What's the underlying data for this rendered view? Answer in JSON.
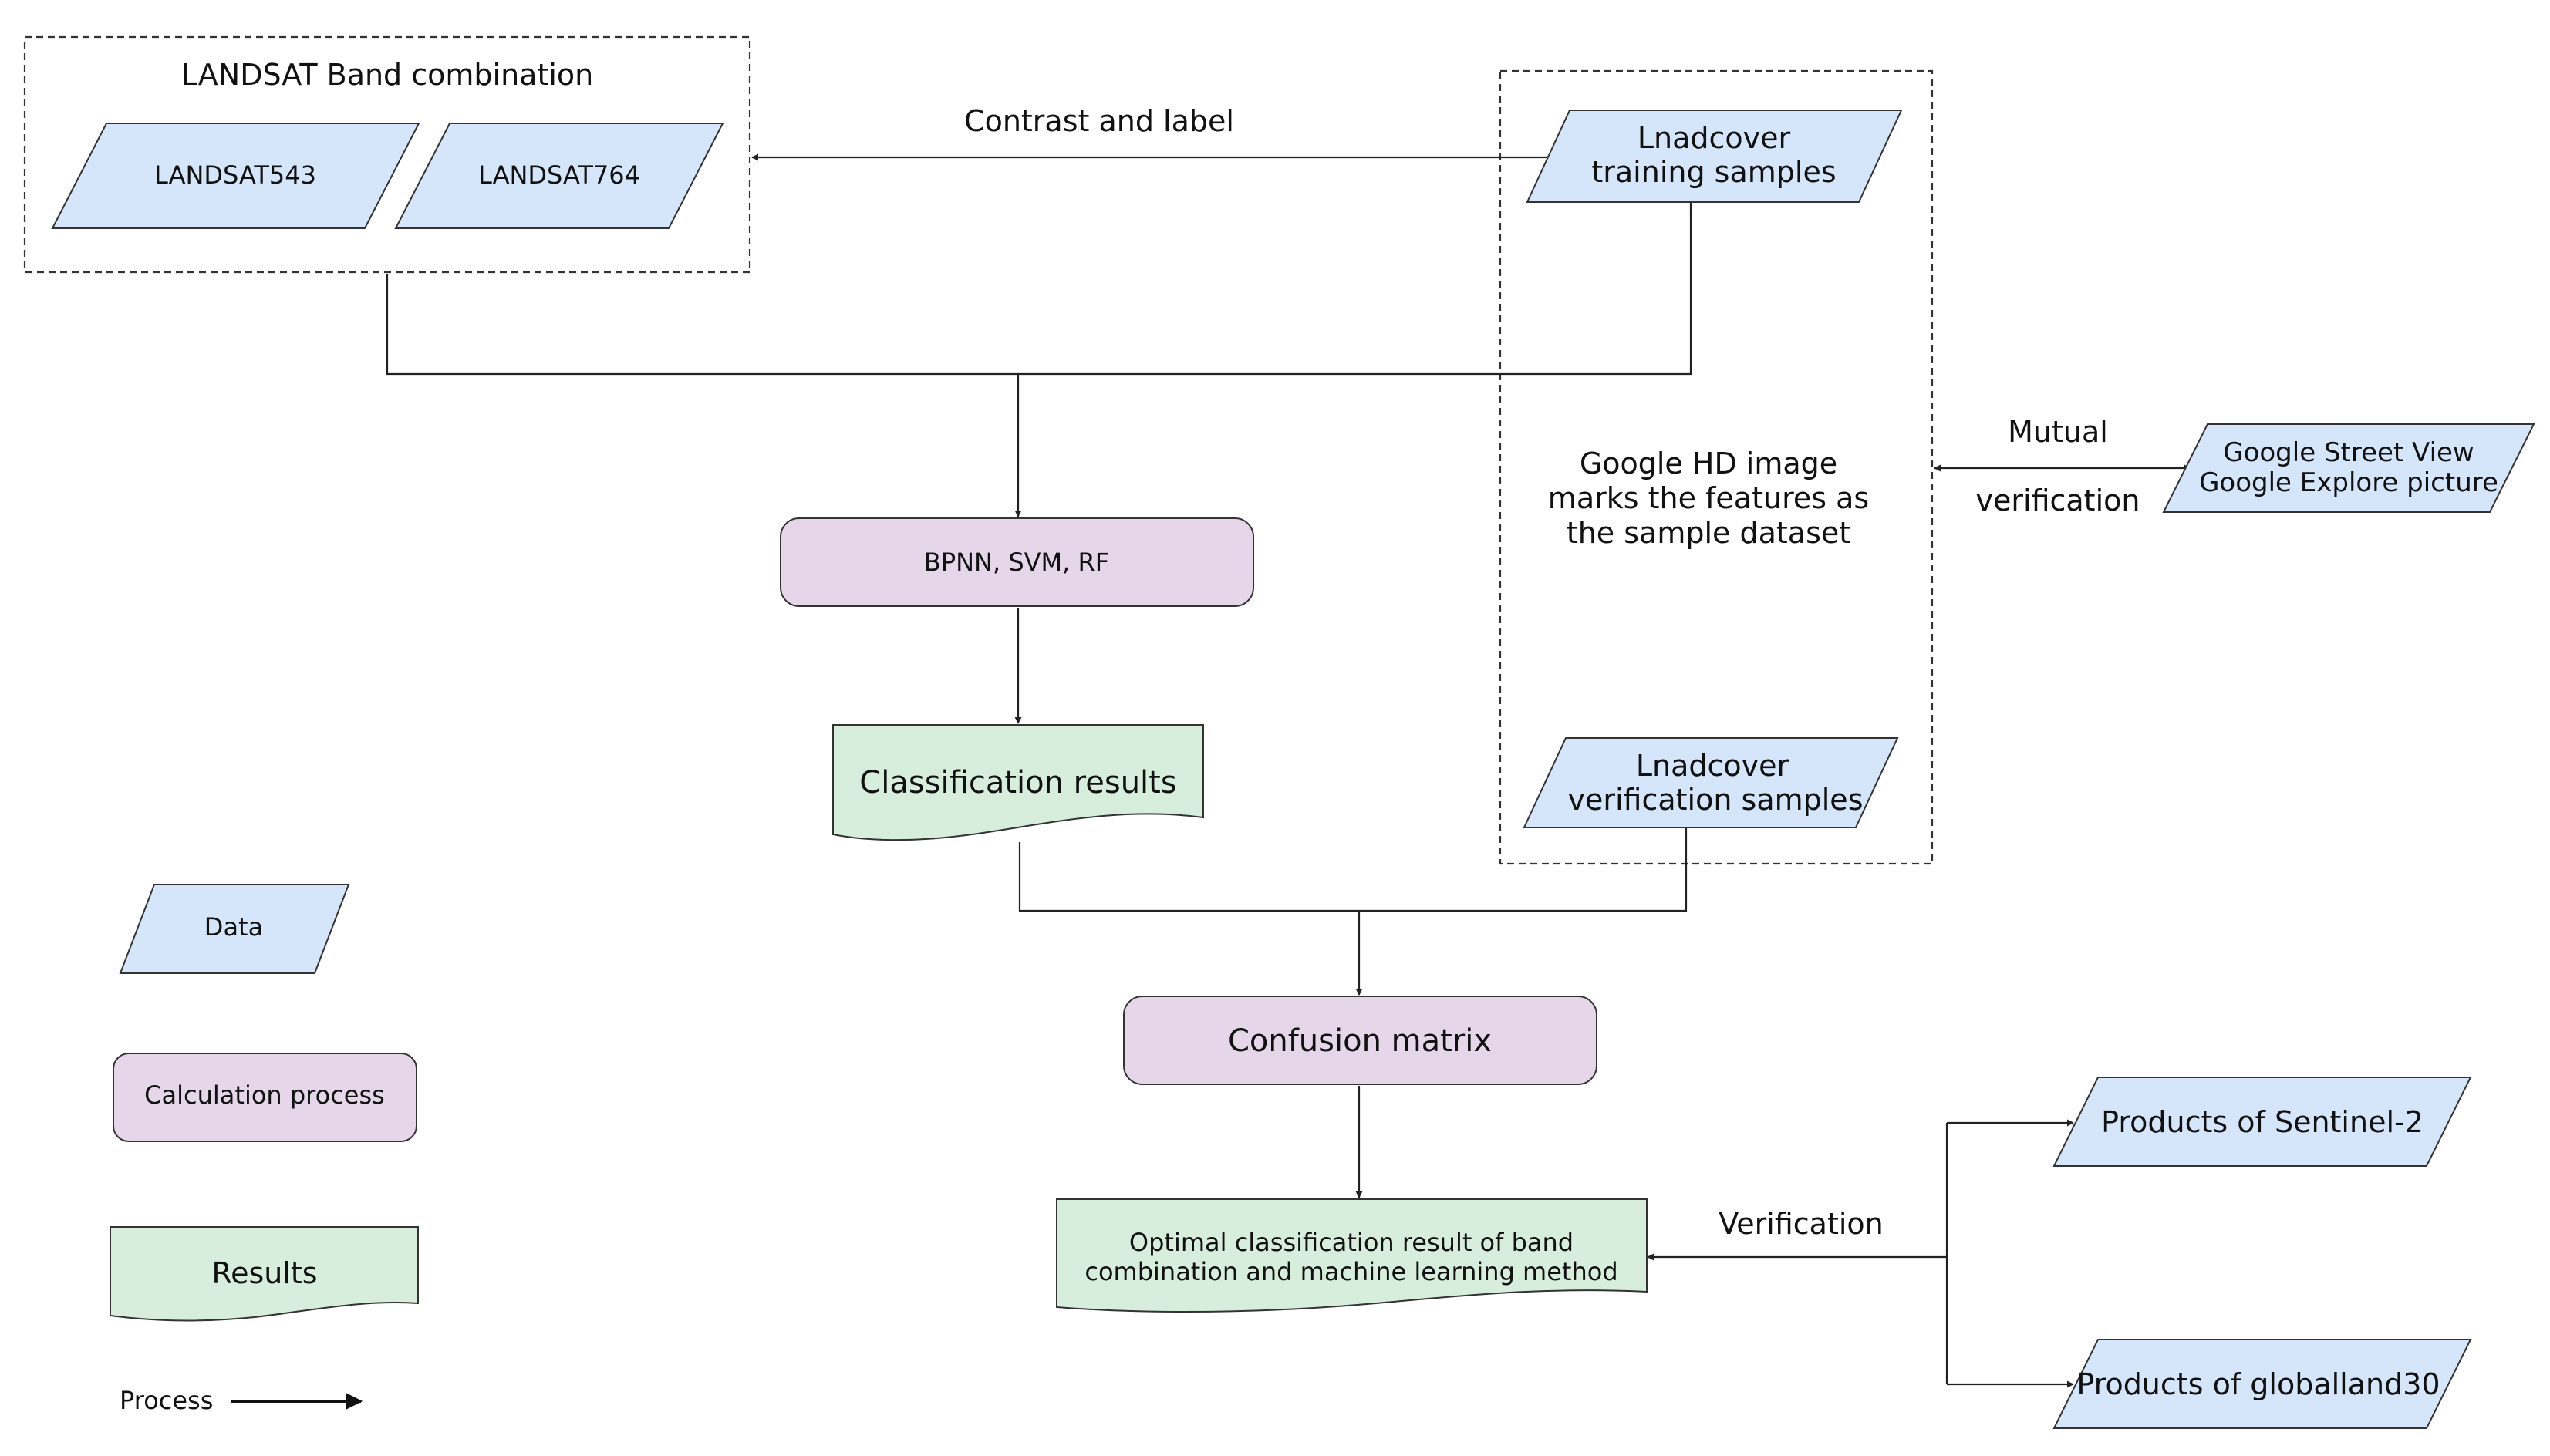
{
  "colors": {
    "data_fill": "#d6e6fa",
    "process_fill": "#e6d6ea",
    "result_fill": "#d7eedc",
    "line": "#222222"
  },
  "diagram": {
    "band_group_title": "LANDSAT Band combination",
    "landsat543": "LANDSAT543",
    "landsat764": "LANDSAT764",
    "contrast_label": "Contrast and label",
    "training_line1": "Lnadcover",
    "training_line2": "training samples",
    "google_line1": "Google HD image",
    "google_line2": "marks the features as",
    "google_line3": "the sample dataset",
    "mutual_line1": "Mutual",
    "mutual_line2": "verification",
    "street_line1": "Google Street View",
    "street_line2": "Google Explore picture",
    "bpnn": "BPNN, SVM, RF",
    "classification_results": "Classification results",
    "verification_line1": "Lnadcover",
    "verification_line2": "verification samples",
    "confusion_matrix": "Confusion matrix",
    "optimal_line1": "Optimal classification  result of band",
    "optimal_line2": "combination and machine learning method",
    "verification_label": "Verification",
    "sentinel": "Products of Sentinel-2",
    "globalland": "Products of  globalland30"
  },
  "legend": {
    "data": "Data",
    "calculation_process": "Calculation process",
    "results": "Results",
    "process": "Process"
  }
}
